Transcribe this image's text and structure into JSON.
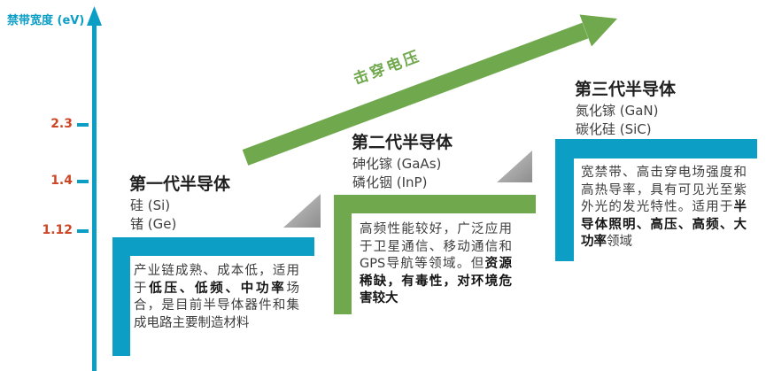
{
  "colors": {
    "cyan": "#0c9ec5",
    "green": "#6fa84d",
    "tick_label": "#cd4727",
    "triangle_gray": "#a6a6a6",
    "heading_text": "#1f1f1f",
    "body_text": "#3d3d3d"
  },
  "axis": {
    "label": "禁带宽度 (eV)",
    "ticks": [
      "2.3",
      "1.4",
      "1.12"
    ]
  },
  "trend_arrow": {
    "label": "击穿电压"
  },
  "generations": [
    {
      "title": "第一代半导体",
      "materials": [
        "硅 (Si)",
        "锗 (Ge)"
      ],
      "description": [
        {
          "text": "产业链成熟、成本低，适用于",
          "bold": false
        },
        {
          "text": "低压、低频、中功率",
          "bold": true
        },
        {
          "text": "场合，是目前半导体器件和集成电路主要制造材料",
          "bold": false
        }
      ]
    },
    {
      "title": "第二代半导体",
      "materials": [
        "砷化镓 (GaAs)",
        "磷化铟 (InP)"
      ],
      "description": [
        {
          "text": "高频性能较好，广泛应用于卫星通信、移动通信和GPS导航等领域。但",
          "bold": false
        },
        {
          "text": "资源稀缺，有毒性，对环境危害较大",
          "bold": true
        }
      ]
    },
    {
      "title": "第三代半导体",
      "materials": [
        "氮化镓 (GaN)",
        "碳化硅 (SiC)"
      ],
      "description": [
        {
          "text": "宽禁带、高击穿电场强度和高热导率，具有可见光至紫外光的发光特性。适用于",
          "bold": false
        },
        {
          "text": "半导体照明、高压、高频、大功率",
          "bold": true
        },
        {
          "text": "领域",
          "bold": false
        }
      ]
    }
  ]
}
